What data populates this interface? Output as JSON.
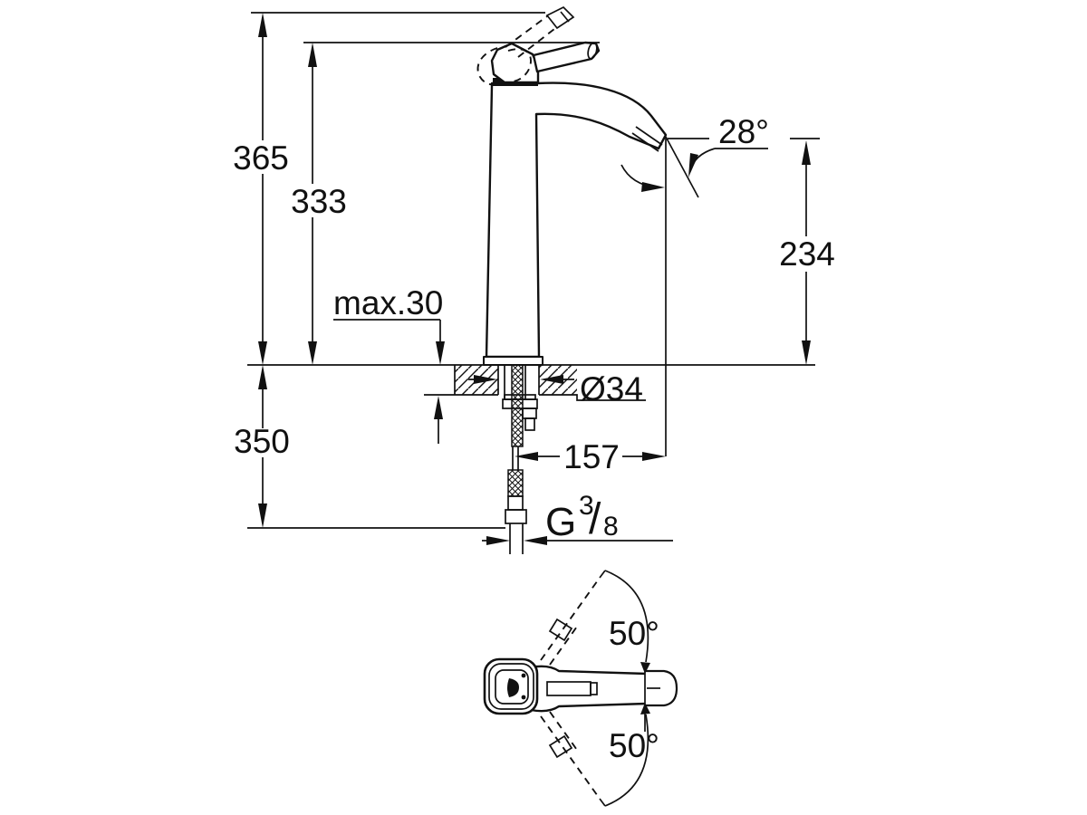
{
  "drawing": {
    "type": "faucet-installation-dimension-drawing",
    "views": {
      "side_view": "single-hole vessel basin mixer, side elevation with mounting section",
      "top_view": "handle plan view with swivel range"
    },
    "labels": {
      "total_height": "365",
      "height_to_lever": "333",
      "max_mounting_thickness": "max.30",
      "below_counter_length": "350",
      "outlet_height": "234",
      "outlet_angle": "28°",
      "hole_diameter": "Ø34",
      "outlet_projection": "157",
      "thread_g": "G",
      "thread_numerator": "3",
      "thread_slash": "/",
      "thread_denominator": "8",
      "handle_swing_upper": "50°",
      "handle_swing_lower": "50°"
    },
    "colors": {
      "line": "#111111",
      "background": "#ffffff"
    }
  }
}
